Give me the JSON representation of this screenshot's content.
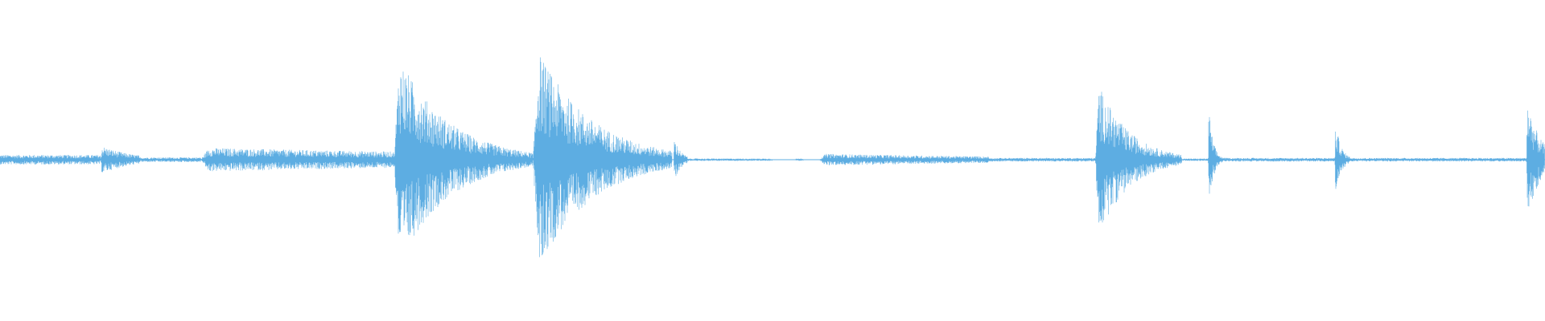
{
  "waveform": {
    "color": "#5dade2",
    "background": "#ffffff",
    "bursts": [
      {
        "start": 0.0,
        "end": 0.065,
        "peak": 0.04,
        "decay": 0.0
      },
      {
        "start": 0.065,
        "end": 0.09,
        "peak": 0.12,
        "decay": 1.2
      },
      {
        "start": 0.09,
        "end": 0.13,
        "peak": 0.02,
        "decay": 0.0
      },
      {
        "start": 0.13,
        "end": 0.255,
        "peak": 0.1,
        "decay": 0.4
      },
      {
        "start": 0.255,
        "end": 0.345,
        "peak": 0.95,
        "decay": 2.8
      },
      {
        "start": 0.345,
        "end": 0.435,
        "peak": 1.0,
        "decay": 2.6
      },
      {
        "start": 0.436,
        "end": 0.445,
        "peak": 0.2,
        "decay": 2.0
      },
      {
        "start": 0.445,
        "end": 0.5,
        "peak": 0.01,
        "decay": 0.0
      },
      {
        "start": 0.515,
        "end": 0.52,
        "peak": 0.01,
        "decay": 0.0
      },
      {
        "start": 0.53,
        "end": 0.64,
        "peak": 0.05,
        "decay": 0.6
      },
      {
        "start": 0.64,
        "end": 0.709,
        "peak": 0.015,
        "decay": 0.0
      },
      {
        "start": 0.709,
        "end": 0.765,
        "peak": 0.7,
        "decay": 2.8
      },
      {
        "start": 0.765,
        "end": 0.782,
        "peak": 0.01,
        "decay": 0.0
      },
      {
        "start": 0.782,
        "end": 0.792,
        "peak": 0.5,
        "decay": 3.5
      },
      {
        "start": 0.792,
        "end": 0.864,
        "peak": 0.015,
        "decay": 0.0
      },
      {
        "start": 0.864,
        "end": 0.875,
        "peak": 0.35,
        "decay": 3.0
      },
      {
        "start": 0.875,
        "end": 0.988,
        "peak": 0.015,
        "decay": 0.0
      },
      {
        "start": 0.988,
        "end": 1.0,
        "peak": 0.55,
        "decay": 1.5
      }
    ]
  }
}
